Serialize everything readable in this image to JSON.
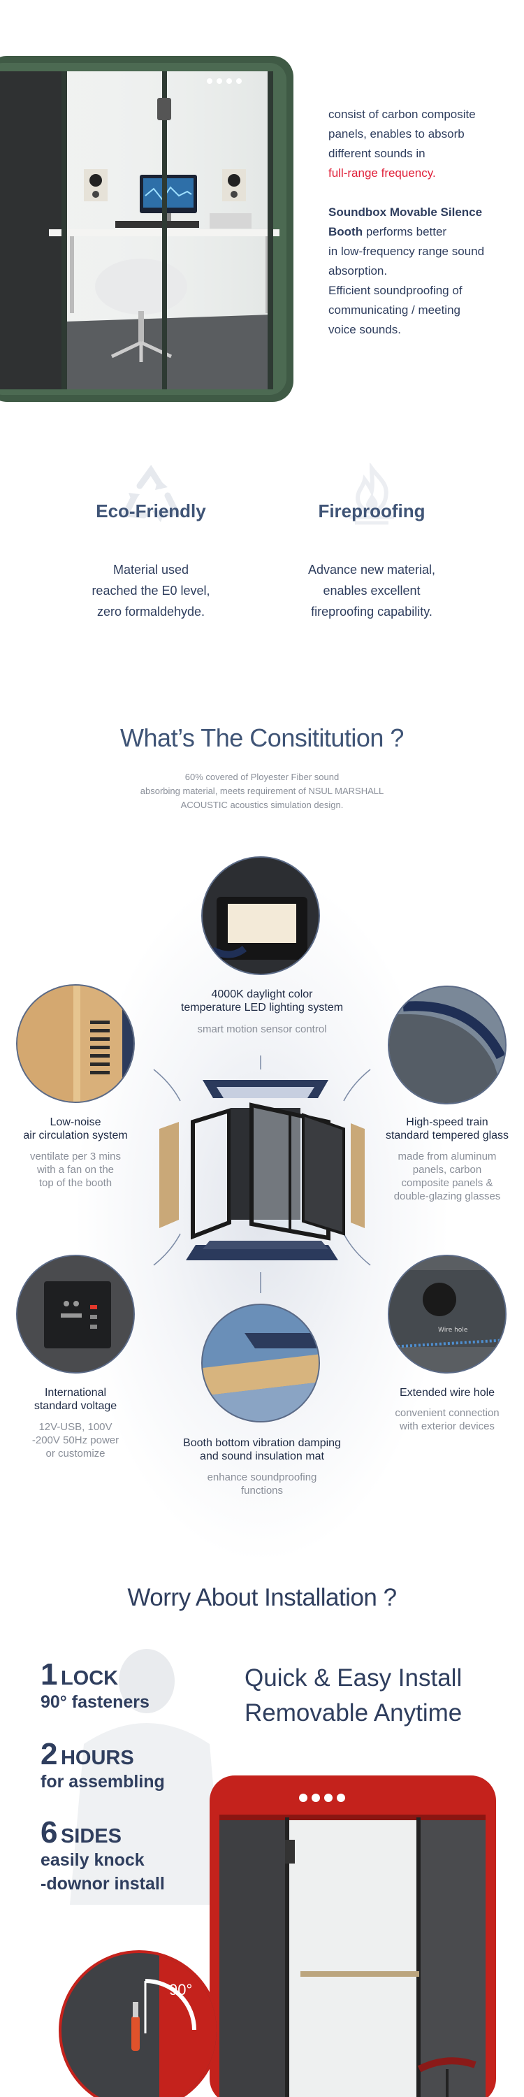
{
  "hero": {
    "para1": [
      "consist of carbon composite",
      "panels, enables to absorb",
      "different sounds in"
    ],
    "para1_highlight": "full-range frequency.",
    "para2_bold": [
      "Soundbox Movable Silence",
      "Booth"
    ],
    "para2_bold_rest": " performs better",
    "para2_lines": [
      "in low-frequency range sound",
      "absorption.",
      "Efficient soundproofing of",
      "communicating / meeting",
      "voice sounds."
    ]
  },
  "features": [
    {
      "icon": "recycle-icon",
      "title": "Eco-Friendly",
      "desc": [
        "Material used",
        "reached the E0 level,",
        "zero formaldehyde."
      ]
    },
    {
      "icon": "flame-icon",
      "title": "Fireproofing",
      "desc": [
        "Advance new material,",
        "enables excellent",
        "fireproofing capability."
      ]
    }
  ],
  "constitution": {
    "title": "What’s The Consititution ?",
    "desc": [
      "60% covered of Ployester Fiber sound",
      "absorbing material, meets requirement of NSUL MARSHALL",
      "ACOUSTIC acoustics simulation design."
    ],
    "parts": {
      "light": {
        "title": [
          "4000K daylight color",
          "temperature LED lighting system"
        ],
        "sub": [
          "smart motion sensor control"
        ]
      },
      "fan": {
        "title": [
          "Low-noise",
          "air circulation system"
        ],
        "sub": [
          "ventilate per 3 mins",
          "with a fan on the",
          "top of the booth"
        ]
      },
      "glass": {
        "title": [
          "High-speed train",
          "standard tempered glass"
        ],
        "sub": [
          "made from aluminum",
          "panels, carbon",
          "composite panels &",
          "double-glazing glasses"
        ]
      },
      "power": {
        "title": [
          "International",
          "standard voltage"
        ],
        "sub": [
          "12V-USB, 100V",
          "-200V 50Hz power",
          "or customize"
        ]
      },
      "bottom": {
        "title": [
          "Booth bottom vibration damping",
          "and sound insulation mat"
        ],
        "sub": [
          "enhance soundproofing",
          "functions"
        ]
      },
      "wire": {
        "title": [
          "Extended wire hole"
        ],
        "sub": [
          "convenient connection",
          "with exterior devices"
        ],
        "badge": "Wire hole"
      }
    }
  },
  "installation": {
    "title": "Worry About Installation ?",
    "steps": [
      {
        "num": "1",
        "word": "LOCK",
        "sub": [
          "90° fasteners"
        ]
      },
      {
        "num": "2",
        "word": "HOURS",
        "sub": [
          "for assembling"
        ]
      },
      {
        "num": "6",
        "word": "SIDES",
        "sub": [
          "easily knock",
          "-downor install"
        ]
      }
    ],
    "slogan": [
      "Quick  &  Easy Install",
      "Removable Anytime"
    ],
    "angle": "90°"
  },
  "colors": {
    "navy": "#2f3e5e",
    "accent_red": "#e0213a",
    "booth_green": "#3f5a45",
    "booth_red": "#c4221c"
  }
}
